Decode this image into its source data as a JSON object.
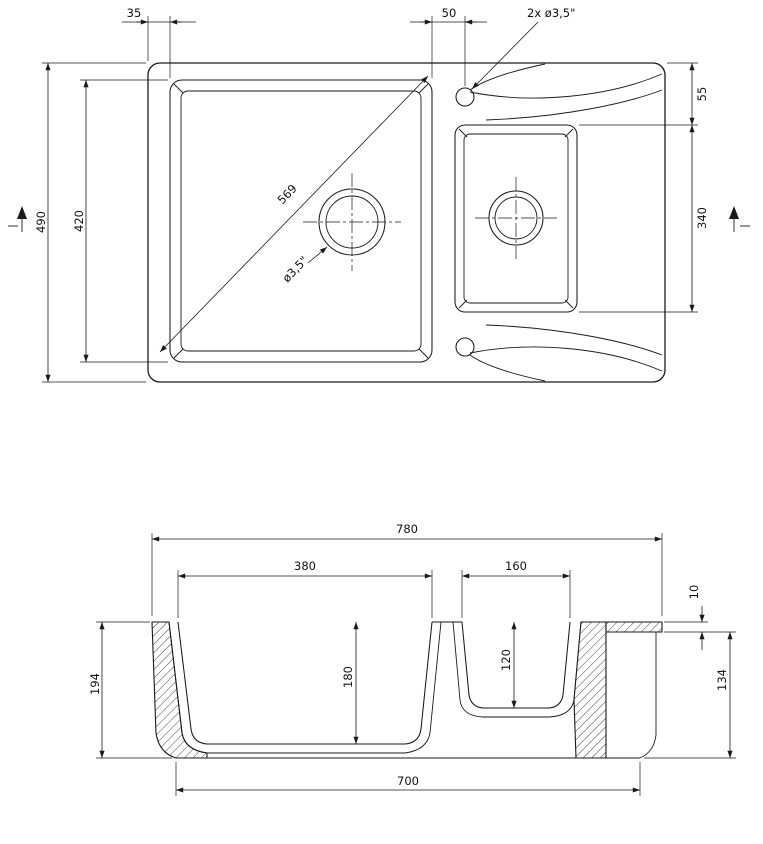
{
  "page": {
    "background": "#ffffff",
    "line_color": "#1a1a1a"
  },
  "top_view": {
    "dims": {
      "offset_left": "35",
      "tap_offset": "50",
      "tap_holes_label": "2x ø3,5\"",
      "edge_top": "55",
      "overall_depth": "490",
      "bowl_depth": "420",
      "small_bowl_length": "340",
      "bowl_diagonal": "569",
      "drain_label": "ø3,5\""
    }
  },
  "section_view": {
    "dims": {
      "overall_width": "780",
      "main_bowl_width": "380",
      "small_bowl_width": "160",
      "edge_step": "10",
      "overall_height": "194",
      "main_bowl_depth": "180",
      "small_bowl_depth": "120",
      "edge_height": "134",
      "base_width": "700"
    }
  }
}
